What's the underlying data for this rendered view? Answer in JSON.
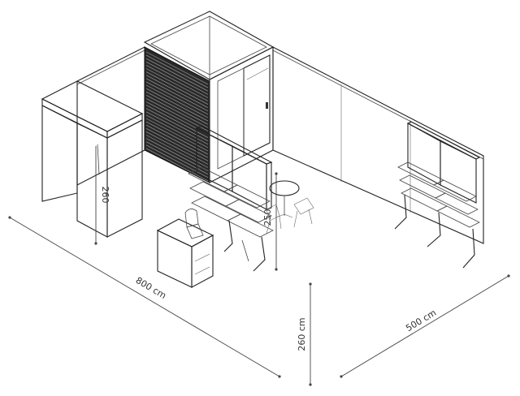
{
  "dimensions": {
    "width_label": "800 cm",
    "depth_label": "500 cm",
    "height_label": "260 cm",
    "front_wall_height_label": "260",
    "shelf_height_label": "250"
  }
}
